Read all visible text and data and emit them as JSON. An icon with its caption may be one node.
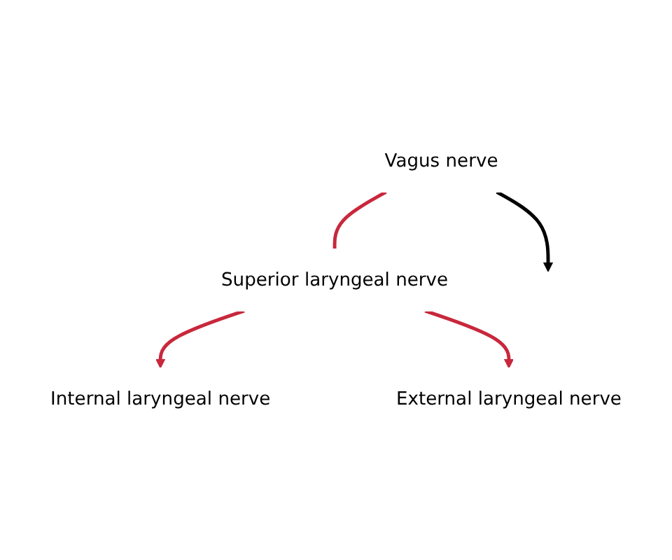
{
  "diagram": {
    "nodes": [
      {
        "text": [
          "Vagus nerve"
        ]
      },
      {
        "text": [
          "Superior laryngeal nerve"
        ]
      },
      {
        "text": [
          "Internal laryngeal nerve"
        ]
      },
      {
        "text": [
          "External laryngeal nerve"
        ]
      }
    ],
    "edges": [
      {
        "from": 0,
        "to": 1,
        "arrow": "none"
      },
      {
        "from": 1,
        "to": 2,
        "arrow": "to"
      },
      {
        "from": 1,
        "to": 3,
        "arrow": "to"
      },
      {
        "from": 0,
        "to": null,
        "arrow": "to",
        "color": "#000000"
      }
    ]
  }
}
